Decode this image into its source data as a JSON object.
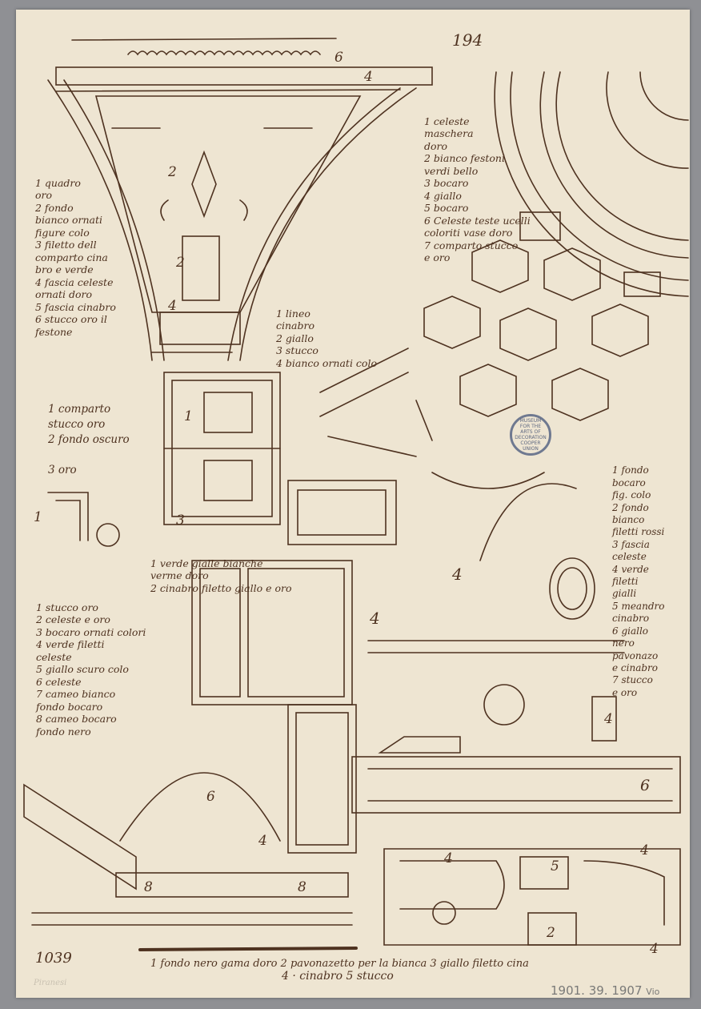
{
  "sheet": {
    "page_number": "194",
    "inventory_number": "1039",
    "accession_number": "1901. 39. 1907",
    "accession_suffix": "Vio",
    "faint_inscription": "Piranesi",
    "stamp_text": "MUSEUM FOR THE ARTS OF DECORATION COOPER UNION",
    "ink_color": "#4e3220",
    "paper_color": "#eee5d2"
  },
  "notes": {
    "left_top": [
      "1 quadro",
      "oro",
      "2 fondo",
      "bianco ornati",
      "figure colo",
      "3 filetto dell",
      "comparto cina",
      "bro e verde",
      "4 fascia celeste",
      "ornati doro",
      "5 fascia cinabro",
      "6 stucco oro il",
      "festone"
    ],
    "pendentive": [
      "1 lineo",
      "cinabro",
      "2 giallo",
      "3 stucco",
      "4 bianco ornati colo"
    ],
    "right_top": [
      "1 celeste",
      "maschera",
      "doro",
      "2 bianco festoni",
      "verdi bello",
      "3 bocaro",
      "4 giallo",
      "5 bocaro",
      "6 Celeste teste ucelli",
      "coloriti vase doro",
      "7 comparto stucco",
      "e oro"
    ],
    "left_mid": [
      "1 comparto",
      "stucco oro",
      "2 fondo oscuro",
      "",
      "3 oro"
    ],
    "square_caption": [
      "1 verde gialle bianche",
      "verme doro",
      "2 cinabro filetto giallo e oro"
    ],
    "left_lower": [
      "1 stucco oro",
      "2 celeste e oro",
      "3 bocaro ornati colori",
      "4 verde filetti",
      "celeste",
      "5 giallo scuro colo",
      "6 celeste",
      "7 cameo bianco",
      "fondo bocaro",
      "8 cameo bocaro",
      "fondo nero"
    ],
    "right_mid": [
      "1 fondo",
      "bocaro",
      "fig. colo",
      "2 fondo",
      "bianco",
      "filetti rossi",
      "3 fascia",
      "celeste",
      "4 verde",
      "filetti",
      "gialli",
      "5 meandro",
      "cinabro",
      "6 giallo",
      "nero",
      "pavonazo",
      "e cinabro",
      "7 stucco",
      "e oro"
    ],
    "bottom_line1": "1 fondo nero gama doro   2 pavonazetto per la bianca   3 giallo filetto cina",
    "bottom_line2": "4 · cinabro   5 stucco"
  },
  "numbers": [
    "6",
    "4",
    "2",
    "1",
    "3",
    "4",
    "2",
    "1",
    "4",
    "4",
    "6",
    "4",
    "8",
    "8",
    "4",
    "4",
    "4",
    "5",
    "2",
    "4",
    "6"
  ]
}
